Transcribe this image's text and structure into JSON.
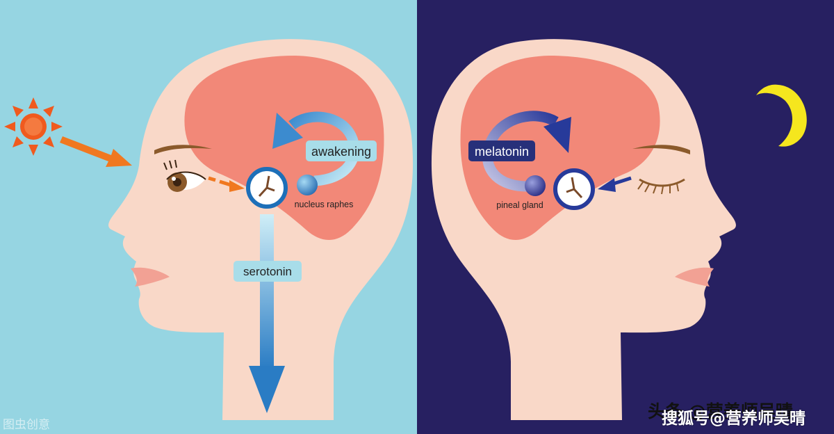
{
  "colors": {
    "day_bg": "#96d5e2",
    "night_bg": "#272061",
    "skin": "#f9d8c8",
    "brain": "#f28878",
    "sun": "#f05a1e",
    "moon": "#f5e61e",
    "orange_arrow": "#f07820",
    "blue_arrow": "#3f8fd0",
    "navy_arrow": "#273a9a",
    "lips": "#f2a194",
    "eye_brown": "#8b5a2b"
  },
  "icons": {
    "sun": "sun-icon",
    "moon": "crescent-moon-icon",
    "clock": "clock-icon"
  },
  "day": {
    "awakening_label": "awakening",
    "nucleus_label": "nucleus raphes",
    "serotonin_label": "serotonin"
  },
  "night": {
    "melatonin_label": "melatonin",
    "pineal_label": "pineal gland"
  },
  "watermarks": {
    "left": "图虫创意",
    "right_line1": "头条 @营养师吴晴",
    "right_line2": "搜狐号@营养师吴晴"
  }
}
